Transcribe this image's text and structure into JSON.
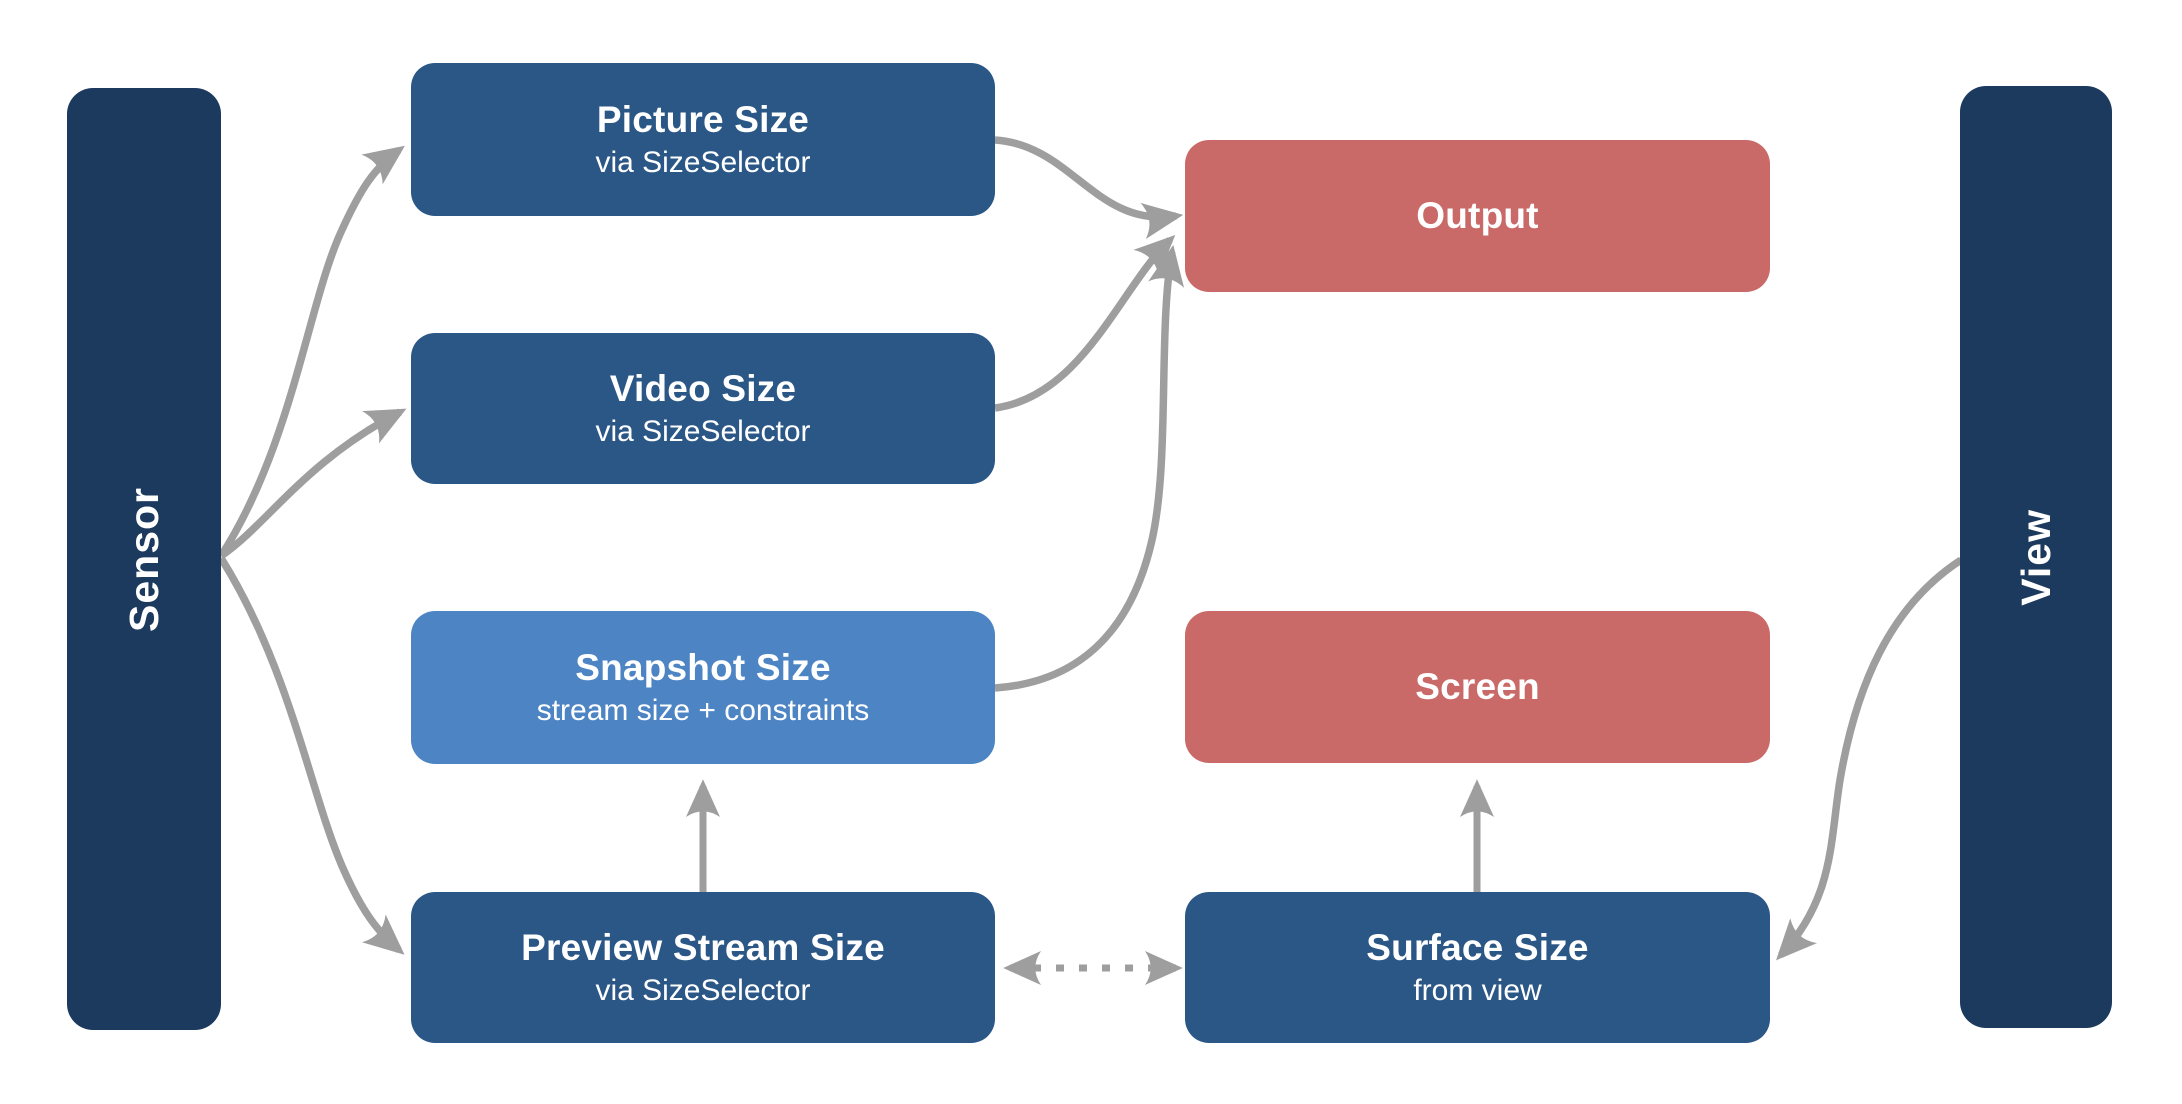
{
  "colors": {
    "navy": "#1C395E",
    "blue": "#2B5787",
    "lightblue": "#4D84C4",
    "red": "#C96968",
    "arrow": "#9E9E9E",
    "bg": "#FFFFFF",
    "ink": "#FFFFFF"
  },
  "nodes": {
    "sensor": {
      "label": "Sensor"
    },
    "view": {
      "label": "View"
    },
    "picture": {
      "title": "Picture Size",
      "subtitle": "via SizeSelector"
    },
    "video": {
      "title": "Video Size",
      "subtitle": "via SizeSelector"
    },
    "snapshot": {
      "title": "Snapshot Size",
      "subtitle": "stream size + constraints"
    },
    "preview": {
      "title": "Preview Stream Size",
      "subtitle": "via SizeSelector"
    },
    "output": {
      "title": "Output"
    },
    "screen": {
      "title": "Screen"
    },
    "surface": {
      "title": "Surface Size",
      "subtitle": "from view"
    }
  },
  "edges": [
    {
      "from": "sensor",
      "to": "picture",
      "style": "solid",
      "bidirectional": false
    },
    {
      "from": "sensor",
      "to": "video",
      "style": "solid",
      "bidirectional": false
    },
    {
      "from": "sensor",
      "to": "preview",
      "style": "solid",
      "bidirectional": false
    },
    {
      "from": "picture",
      "to": "output",
      "style": "solid",
      "bidirectional": false
    },
    {
      "from": "video",
      "to": "output",
      "style": "solid",
      "bidirectional": false
    },
    {
      "from": "snapshot",
      "to": "output",
      "style": "solid",
      "bidirectional": false
    },
    {
      "from": "preview",
      "to": "snapshot",
      "style": "solid",
      "bidirectional": false
    },
    {
      "from": "surface",
      "to": "screen",
      "style": "solid",
      "bidirectional": false
    },
    {
      "from": "preview",
      "to": "surface",
      "style": "dotted",
      "bidirectional": true
    },
    {
      "from": "view",
      "to": "surface",
      "style": "solid",
      "bidirectional": false
    }
  ]
}
